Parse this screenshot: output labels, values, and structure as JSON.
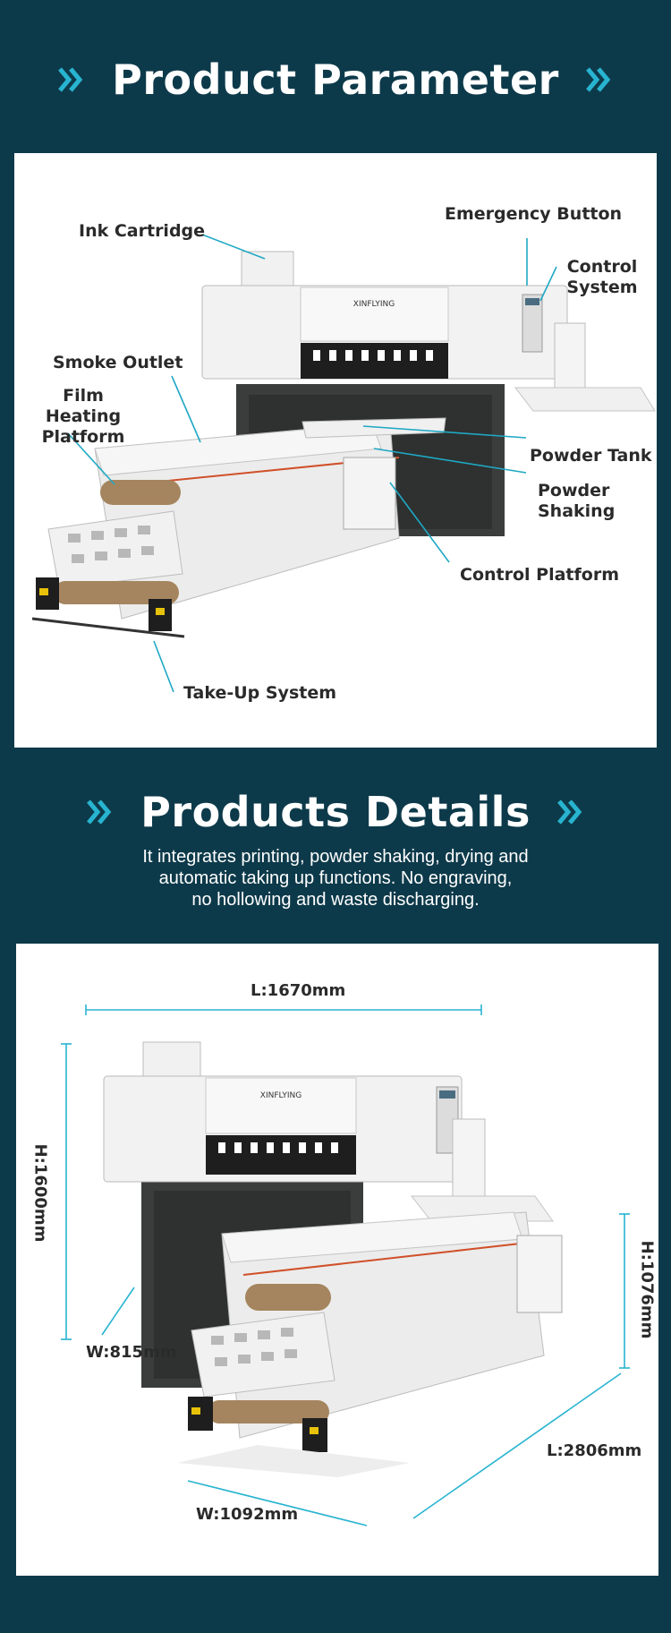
{
  "section1": {
    "title": "Product Parameter",
    "labels": {
      "ink_cartridge": "Ink Cartridge",
      "emergency_button": "Emergency Button",
      "control_system_line1": "Control",
      "control_system_line2": "System",
      "smoke_outlet": "Smoke Outlet",
      "film_heating_line1": "Film Heating",
      "film_heating_line2": "Platform",
      "powder_tank": "Powder Tank",
      "powder_shaking_line1": "Powder",
      "powder_shaking_line2": "Shaking",
      "control_platform": "Control Platform",
      "take_up_system": "Take-Up System"
    },
    "brand": "XINFLYING"
  },
  "section2": {
    "title": "Products Details",
    "description": [
      "It integrates printing, powder shaking, drying and",
      "automatic taking up functions. No engraving,",
      "no hollowing and waste discharging."
    ],
    "dimensions": {
      "length_top": "L:1670mm",
      "height_left": "H:1600mm",
      "width_left": "W:815mm",
      "height_right": "H:1076mm",
      "length_bottom": "L:2806mm",
      "width_bottom": "W:1092mm"
    },
    "brand": "XINFLYING"
  },
  "colors": {
    "background": "#0d3a4a",
    "accent_cyan": "#28b4d0",
    "panel": "#ffffff",
    "leader_line": "#1fa8c4"
  }
}
